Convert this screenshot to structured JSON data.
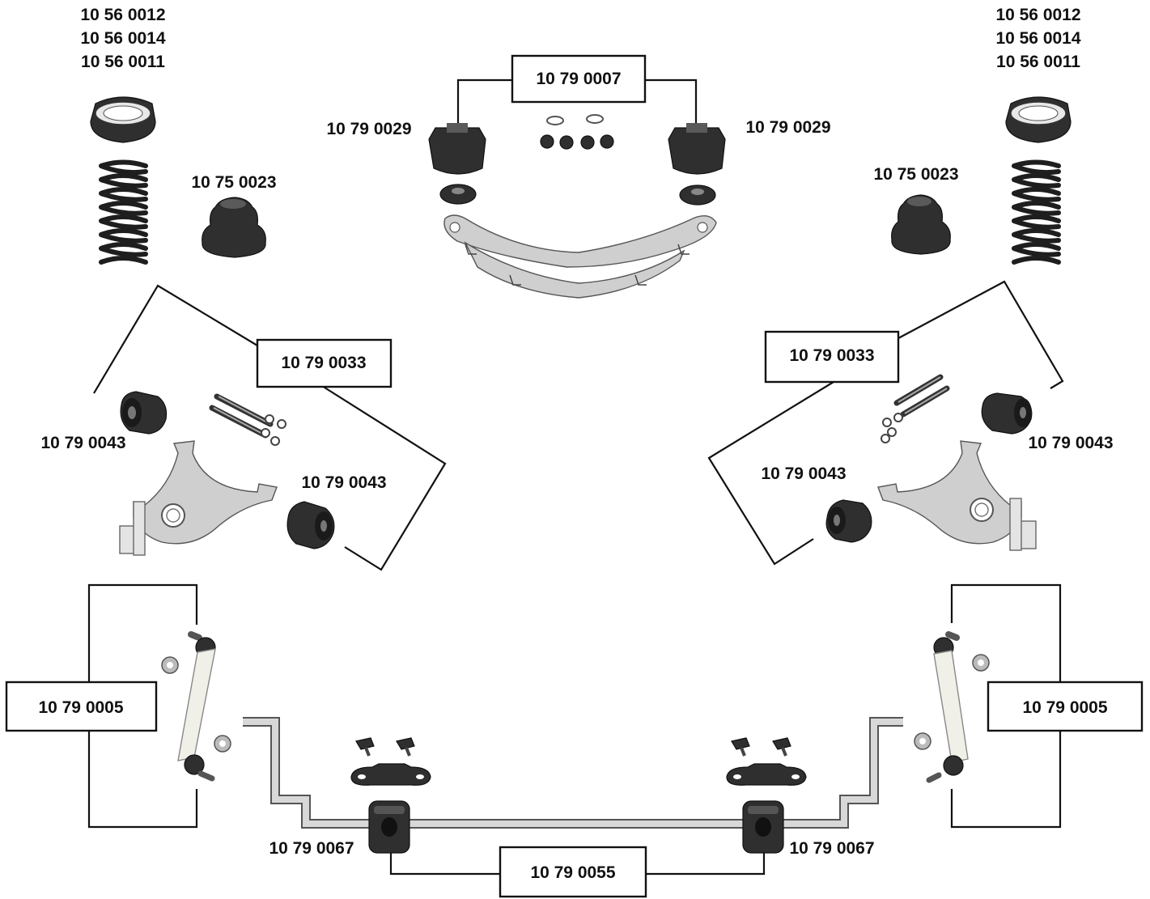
{
  "labels": {
    "top_left_stack": [
      "10 56 0012",
      "10 56 0014",
      "10 56 0011"
    ],
    "top_right_stack": [
      "10 56 0012",
      "10 56 0014",
      "10 56 0011"
    ],
    "bump_stop_left": "10 75 0023",
    "bump_stop_right": "10 75 0023",
    "subframe_kit": "10 79 0007",
    "subframe_mount_left": "10 79 0029",
    "subframe_mount_right": "10 79 0029",
    "control_arm_kit_left": "10 79 0033",
    "control_arm_kit_right": "10 79 0033",
    "arm_bushing_left_outer": "10 79 0043",
    "arm_bushing_left_inner": "10 79 0043",
    "arm_bushing_right_outer": "10 79 0043",
    "arm_bushing_right_inner": "10 79 0043",
    "drop_link_left": "10 79 0005",
    "drop_link_right": "10 79 0005",
    "sway_bushing_left": "10 79 0067",
    "sway_bushing_right": "10 79 0067",
    "sway_bar_kit": "10 79 0055"
  },
  "icons": [
    "spring-seat-icon",
    "coil-spring-icon",
    "bump-stop-icon",
    "subframe-mount-icon",
    "subframe-crossmember-icon",
    "washer-icon",
    "nut-icon",
    "control-arm-icon",
    "arm-bushing-icon",
    "bolt-icon",
    "drop-link-icon",
    "sway-bar-icon",
    "sway-bushing-icon",
    "bushing-clamp-icon"
  ]
}
